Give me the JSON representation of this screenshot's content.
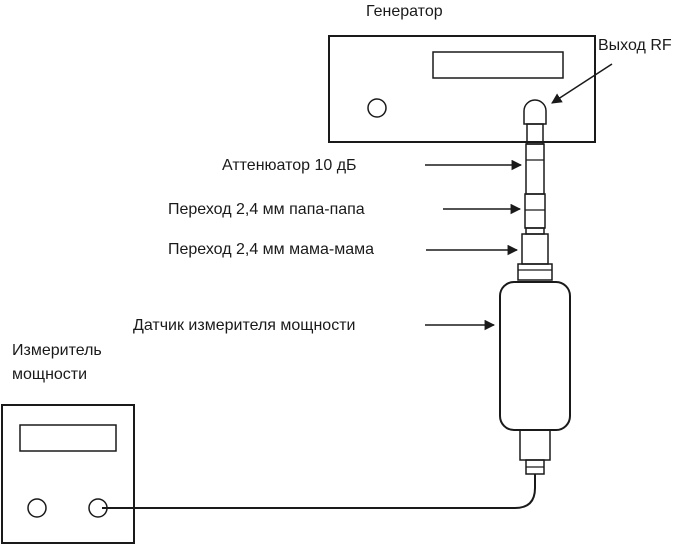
{
  "labels": {
    "generator": "Генератор",
    "rf_output": "Выход RF",
    "attenuator": "Аттенюатор 10 дБ",
    "adapter_male": "Переход 2,4 мм папа-папа",
    "adapter_female": "Переход 2,4 мм мама-мама",
    "sensor": "Датчик измерителя мощности",
    "meter_line1": "Измеритель",
    "meter_line2": "мощности"
  },
  "colors": {
    "ink": "#1a1a1a",
    "background": "#ffffff"
  }
}
